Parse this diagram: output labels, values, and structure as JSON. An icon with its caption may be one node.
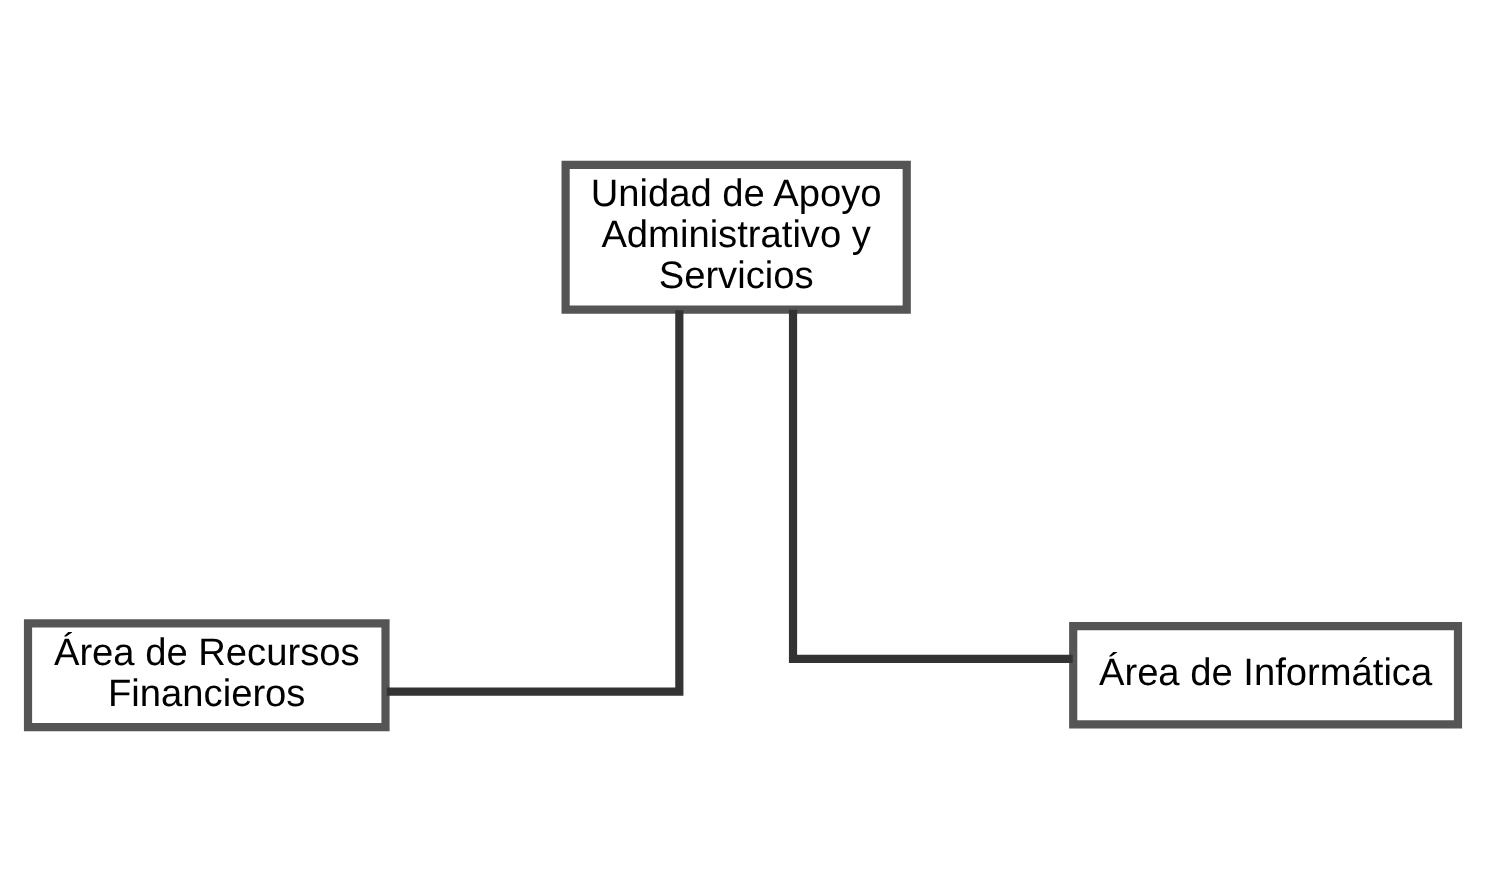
{
  "diagram": {
    "nodes": [
      {
        "text": [
          "Unidad de Apoyo Administrativo y Servicios"
        ]
      },
      {
        "text": [
          "Área de Recursos Financieros"
        ]
      },
      {
        "text": [
          "Área de Informática"
        ]
      }
    ],
    "edges": [
      {
        "from": 0,
        "to": 1,
        "arrow": "none"
      },
      {
        "from": 0,
        "to": 2,
        "arrow": "none"
      }
    ]
  }
}
